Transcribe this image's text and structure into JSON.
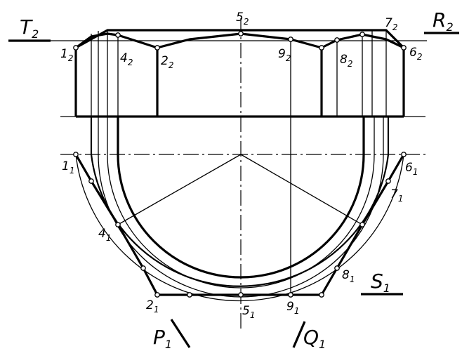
{
  "labels": {
    "T": "T",
    "T_sub": "2",
    "R": "R",
    "R_sub": "2",
    "S": "S",
    "S_sub": "1",
    "P": "P",
    "P_sub": "1",
    "Q": "Q",
    "Q_sub": "1",
    "p1_2": "1",
    "s1_2": "2",
    "p4_2": "4",
    "s4_2": "2",
    "p2_2": "2",
    "s2_2": "2",
    "p5_2": "5",
    "s5_2": "2",
    "p9_2": "9",
    "s9_2": "2",
    "p8_2": "8",
    "s8_2": "2",
    "p7_2": "7",
    "s7_2": "2",
    "p6_2": "6",
    "s6_2": "2",
    "p1_1": "1",
    "s1_1": "1",
    "p4_1": "4",
    "s4_1": "1",
    "p2_1": "2",
    "s2_1": "1",
    "p5_1": "5",
    "s5_1": "1",
    "p9_1": "9",
    "s9_1": "1",
    "p8_1": "8",
    "s8_1": "1",
    "p7_1": "7",
    "s7_1": "1",
    "p6_1": "6",
    "s6_1": "1"
  }
}
